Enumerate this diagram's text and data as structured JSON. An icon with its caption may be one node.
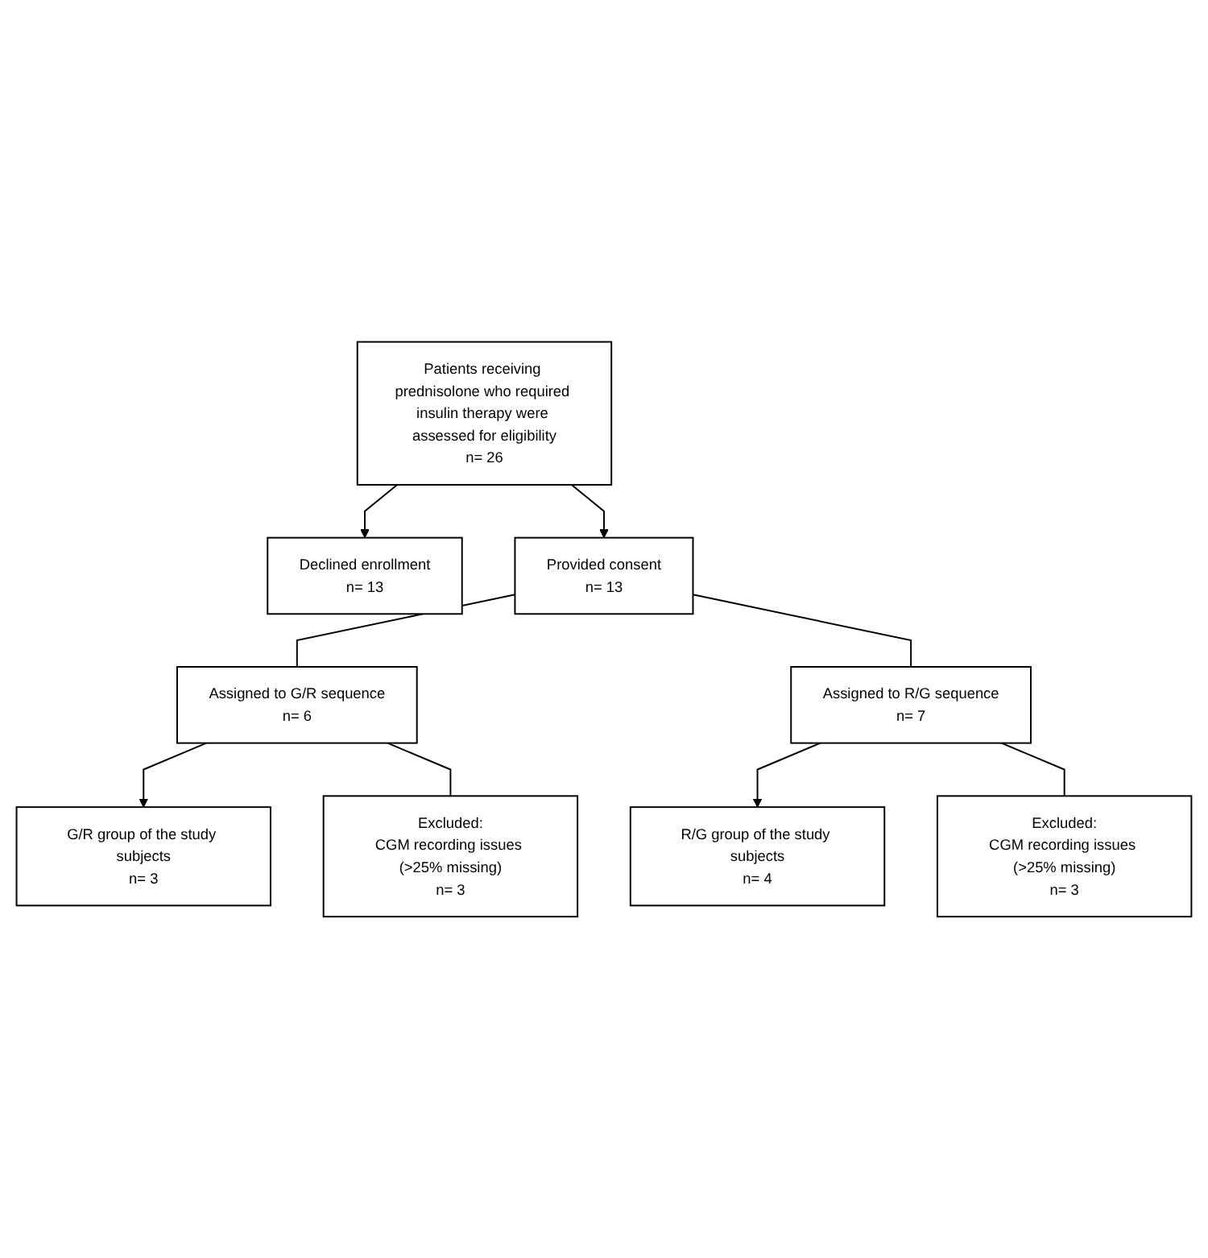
{
  "diagram": {
    "nodes": [
      {
        "text": [
          "Patients receiving prednisolone who required insulin therapy were assessed for eligibility",
          "n= 26"
        ]
      },
      {
        "text": [
          "Declined enrollment",
          "n= 13"
        ]
      },
      {
        "text": [
          "Provided consent",
          "n= 13"
        ]
      },
      {
        "text": [
          "Assigned to G/R sequence",
          "n= 6"
        ]
      },
      {
        "text": [
          "Assigned to R/G sequence",
          "n= 7"
        ]
      },
      {
        "text": [
          "Excluded:",
          "CGM recording issues (>25% missing)",
          "n= 3"
        ]
      },
      {
        "text": [
          "G/R group of the study subjects",
          "n= 3"
        ]
      },
      {
        "text": [
          "Excluded:",
          "CGM recording issues (>25% missing)",
          "n= 3"
        ]
      },
      {
        "text": [
          "R/G group of the study subjects",
          "n= 4"
        ]
      }
    ],
    "edges": [
      {
        "from": 0,
        "to": 2,
        "arrow": "to"
      },
      {
        "from": 0,
        "to": 1,
        "arrow": "to"
      },
      {
        "from": 2,
        "to": 3,
        "arrow": "none"
      },
      {
        "from": 2,
        "to": 4,
        "arrow": "none"
      },
      {
        "from": 3,
        "to": 6,
        "arrow": "to"
      },
      {
        "from": 3,
        "to": 5,
        "arrow": "none"
      },
      {
        "from": 4,
        "to": 8,
        "arrow": "to"
      },
      {
        "from": 4,
        "to": 7,
        "arrow": "none"
      }
    ]
  }
}
